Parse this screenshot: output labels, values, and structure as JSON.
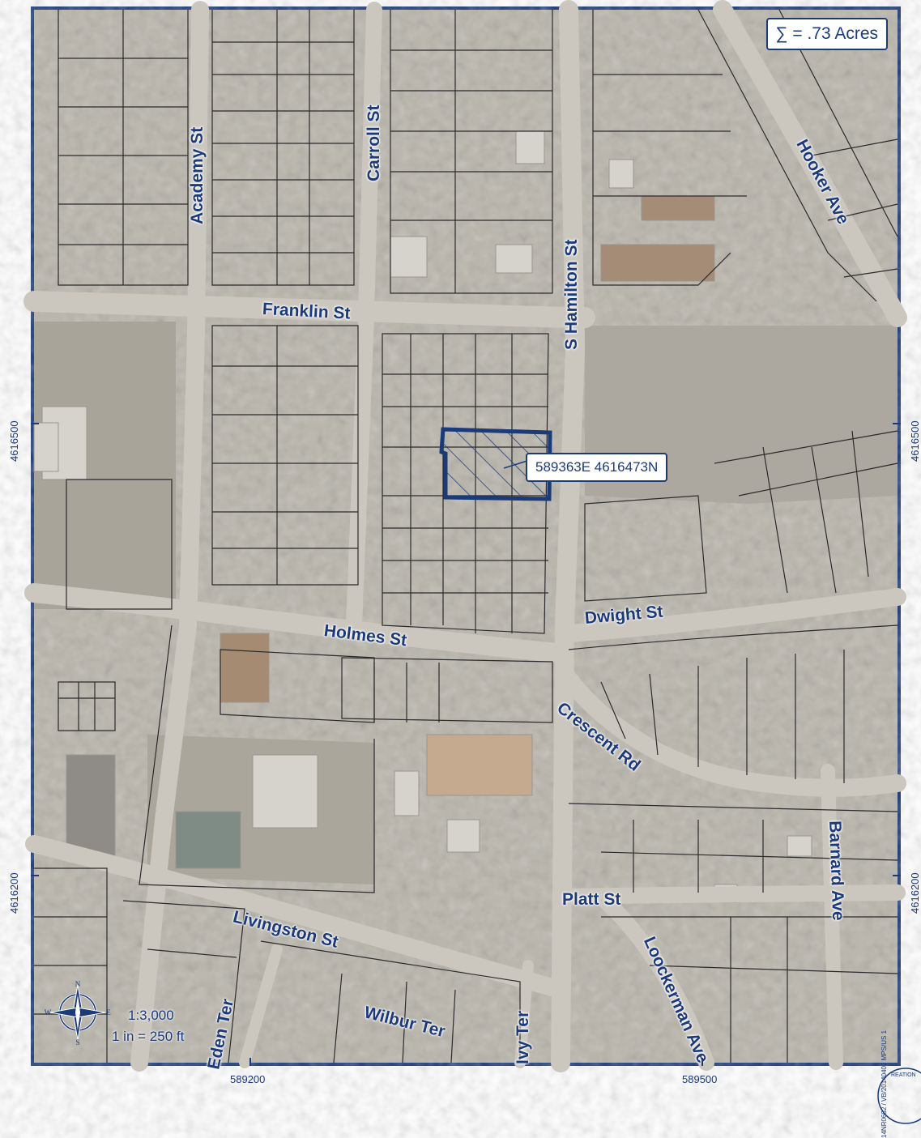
{
  "map": {
    "area_label": "∑ = .73 Acres",
    "coordinate_label": "589363E  4616473N",
    "scale_ratio": "1:3,000",
    "scale_equivalence": "1 in = 250 ft",
    "compass": {
      "north": "N",
      "south": "S",
      "east": "E",
      "west": "W"
    },
    "streets": {
      "academy": "Academy St",
      "carroll": "Carroll St",
      "franklin": "Franklin St",
      "s_hamilton": "S Hamilton St",
      "hooker": "Hooker Ave",
      "dwight": "Dwight St",
      "holmes": "Holmes St",
      "crescent": "Crescent Rd",
      "barnard": "Barnard Ave",
      "platt": "Platt St",
      "livingston": "Livingston St",
      "loockerman": "Loockerman Ave",
      "eden": "Eden Ter",
      "wilbur": "Wilbur Ter",
      "ivy": "Ivy Ter"
    },
    "ticks": {
      "x_left": "589200",
      "x_right": "589500",
      "y_top_left": "4616500",
      "y_bottom_left": "4616200",
      "y_top_right": "4616500",
      "y_bottom_right": "4616200"
    },
    "credit_text": "14NR0662 / VB/20140402 MPS/US 1",
    "seal_text": "REATION"
  },
  "colors": {
    "frame": "#1b3a78",
    "label": "#1c3a7a",
    "parcel_line": "#2b2b2b",
    "road": "#cfcbc3"
  }
}
